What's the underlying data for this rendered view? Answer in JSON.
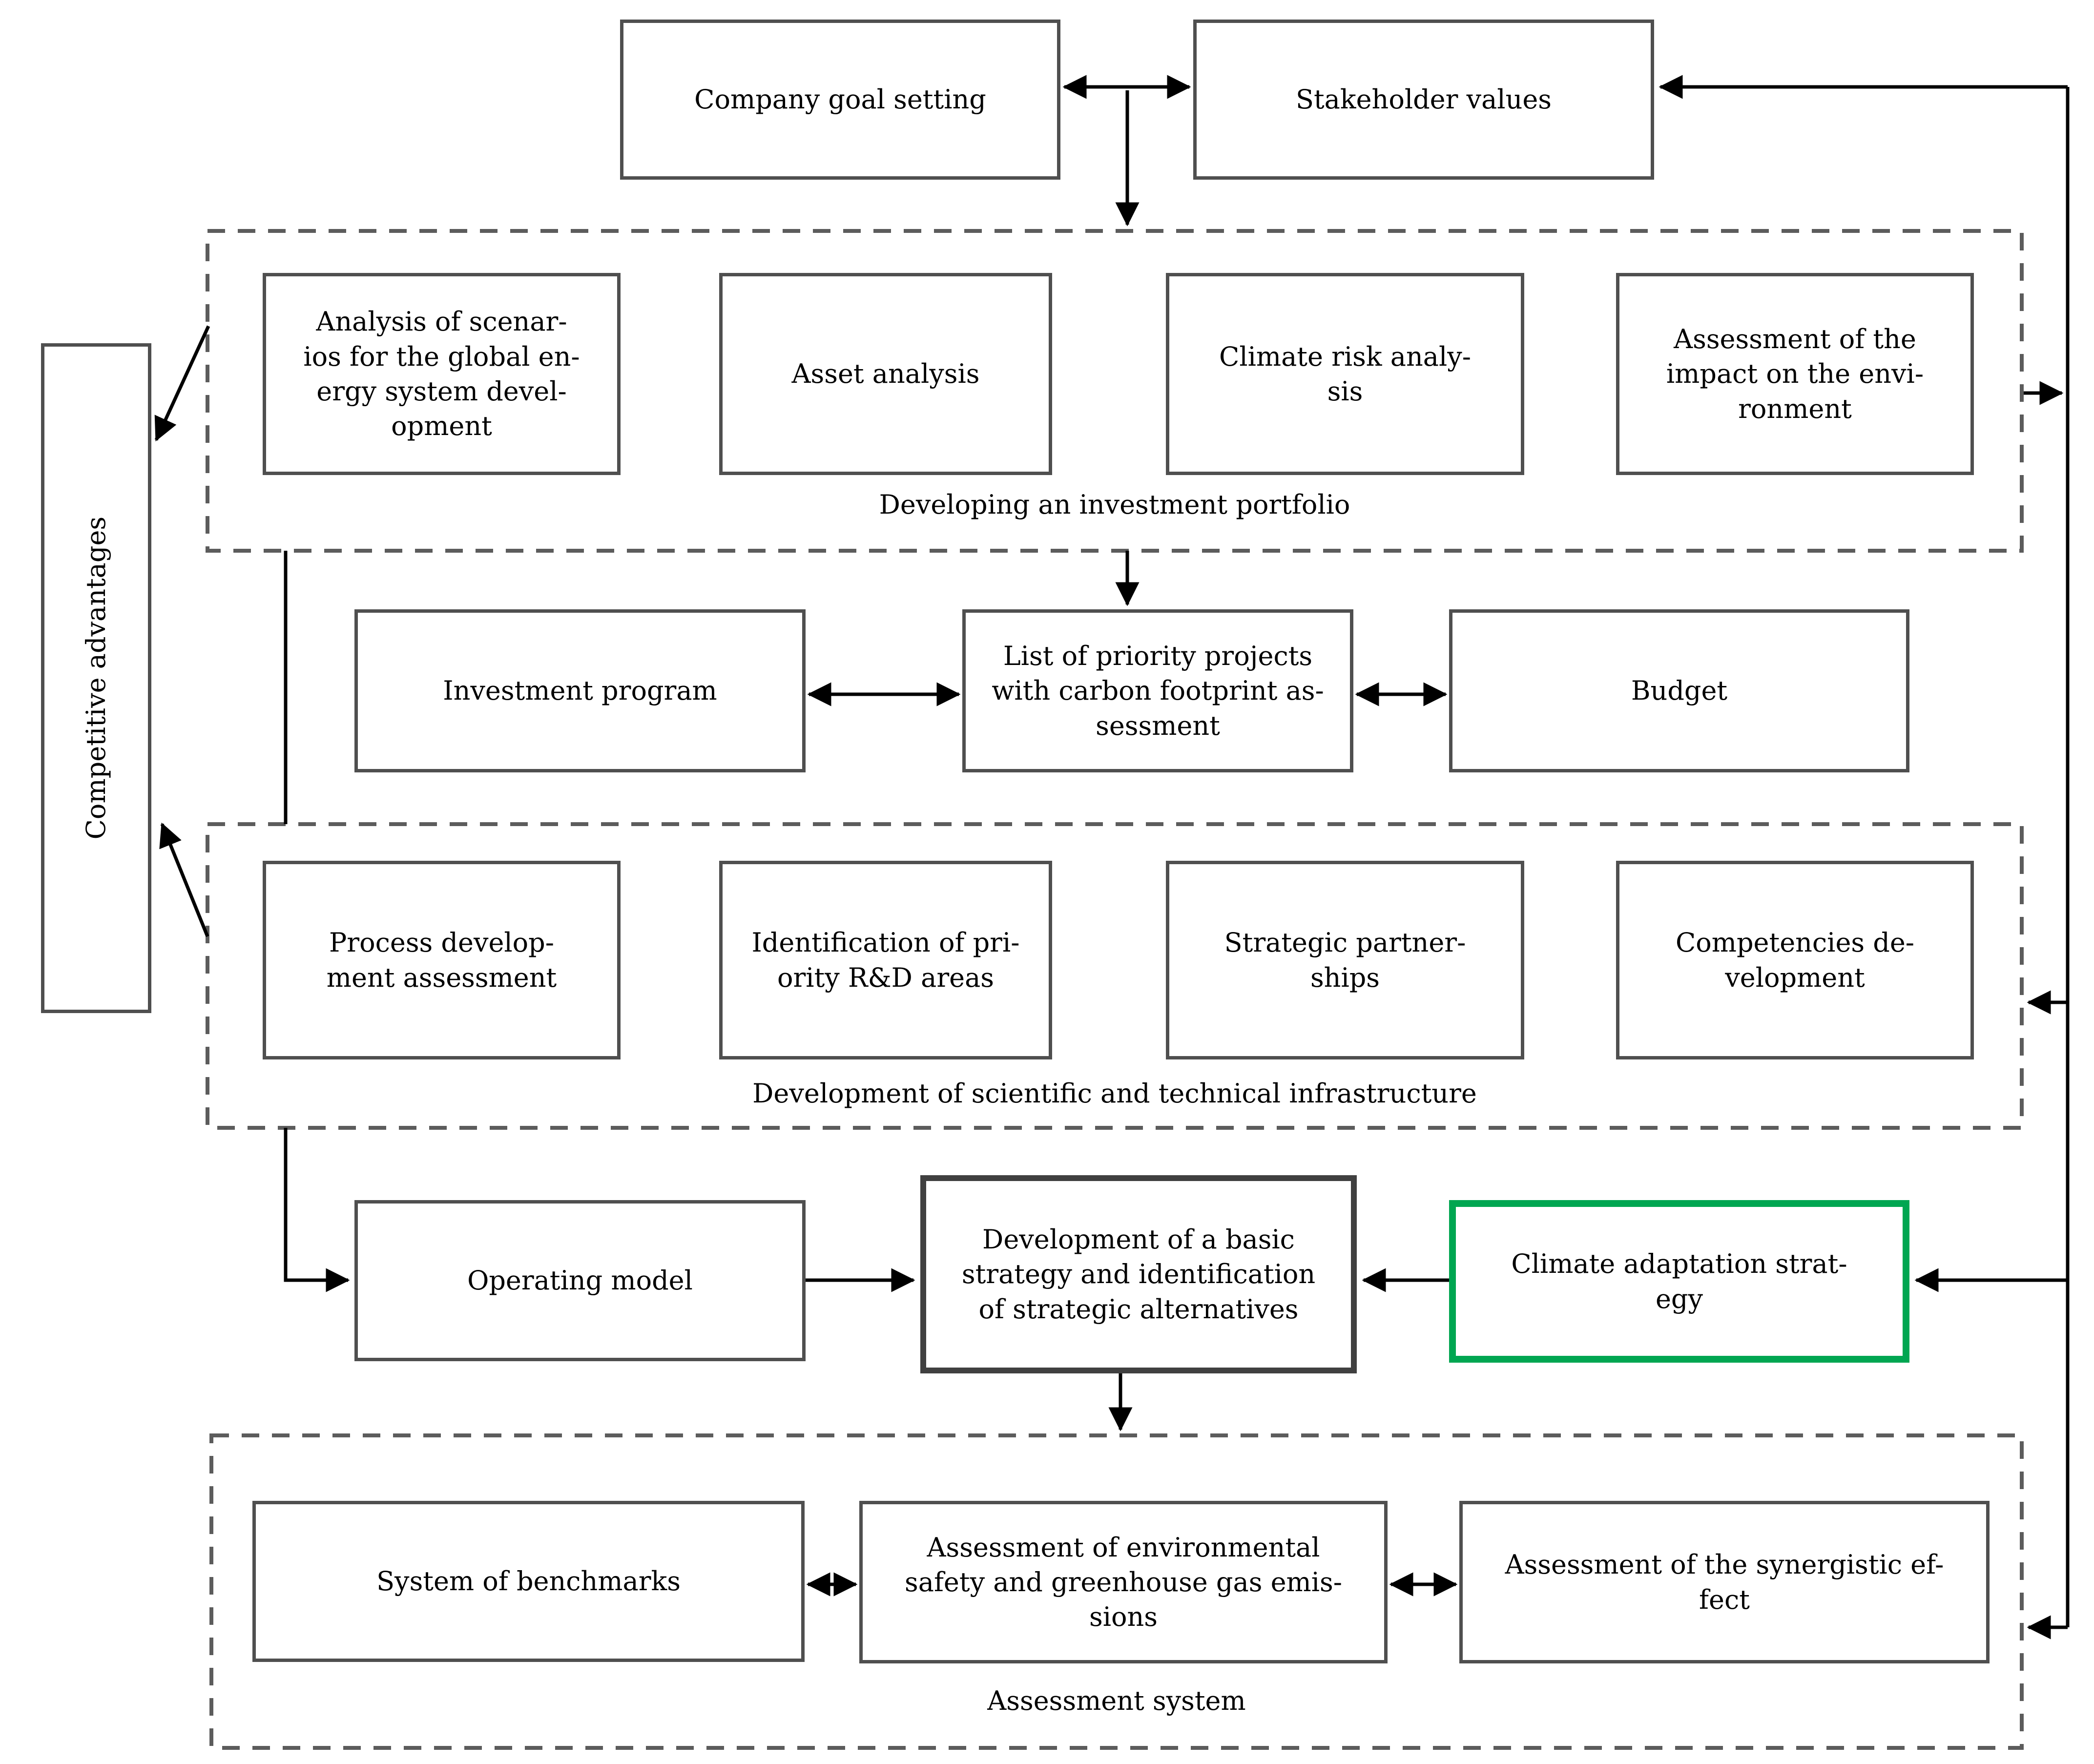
{
  "side": {
    "competitive_advantages": "Competitive advantages"
  },
  "top_row": {
    "company_goal": "Company goal setting",
    "stakeholder_values": "Stakeholder values"
  },
  "portfolio_group": {
    "label": "Developing an investment portfolio",
    "boxes": {
      "scenario_analysis": "Analysis of scenar-\nios for the global en-\nergy system devel-\nopment",
      "asset_analysis": "Asset analysis",
      "climate_risk": "Climate risk analy-\nsis",
      "impact_assessment": "Assessment of the\nimpact on the envi-\nronment"
    }
  },
  "planning_row": {
    "investment_program": "Investment program",
    "priority_projects": "List of priority projects\nwith carbon footprint as-\nsessment",
    "budget": "Budget"
  },
  "infrastructure_group": {
    "label": "Development of scientific and technical infrastructure",
    "boxes": {
      "process_development": "Process develop-\nment assessment",
      "rd_areas": "Identification of pri-\nority R&D areas",
      "strategic_partnerships": "Strategic partner-\nships",
      "competencies": "Competencies de-\nvelopment"
    }
  },
  "strategy_row": {
    "operating_model": "Operating model",
    "basic_strategy": "Development of a basic\nstrategy and identification\nof strategic alternatives",
    "climate_adaptation": "Climate adaptation strat-\negy"
  },
  "assessment_group": {
    "label": "Assessment system",
    "boxes": {
      "benchmarks": "System of benchmarks",
      "environmental_safety": "Assessment of environmental\nsafety and greenhouse gas emis-\nsions",
      "synergistic_effect": "Assessment of the synergistic ef-\nfect"
    }
  },
  "colors": {
    "box_border": "#4f4f4f",
    "strong_border": "#404040",
    "accent_green": "#00a651",
    "dashed_border": "#5c5c5c",
    "connector": "#000000"
  }
}
